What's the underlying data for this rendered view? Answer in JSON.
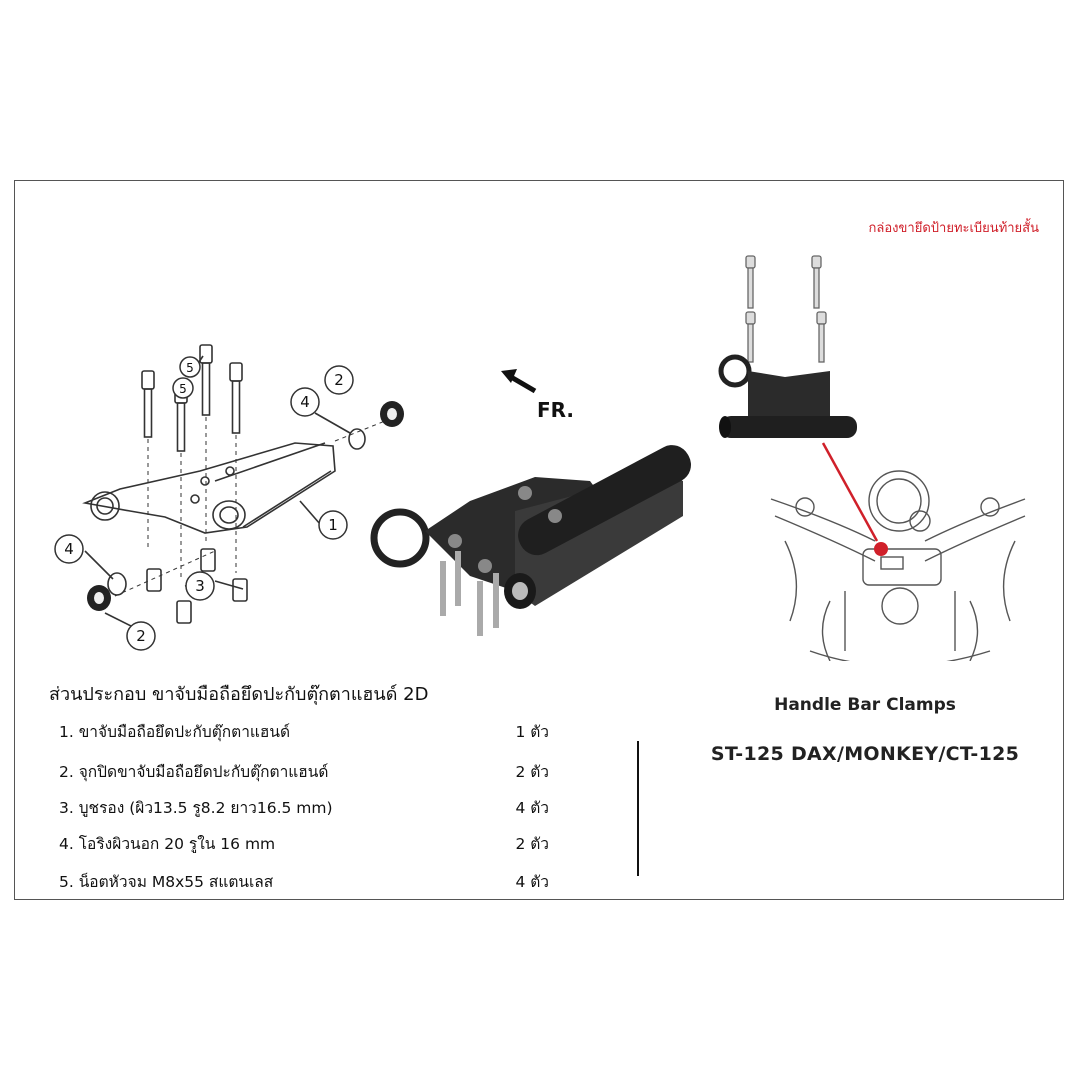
{
  "red_note": "กล่องขายึดป้ายทะเบียนท้ายสั้น",
  "direction_label": "FR.",
  "callouts": [
    "1",
    "2",
    "2",
    "3",
    "4",
    "4",
    "5",
    "5"
  ],
  "parts_title": "ส่วนประกอบ ขาจับมือถือยึดปะกับตุ๊กตาแฮนด์ 2D",
  "parts": [
    {
      "name": "1. ขาจับมือถือยึดปะกับตุ๊กตาแฮนด์",
      "qty": "1 ตัว"
    },
    {
      "name": "2. จุกปิดขาจับมือถือยึดปะกับตุ๊กตาแฮนด์",
      "qty": "2 ตัว"
    },
    {
      "name": "3. บูชรอง (ผิว13.5 รู8.2 ยาว16.5 mm)",
      "qty": "4 ตัว"
    },
    {
      "name": "4. โอริงผิวนอก 20 รูใน 16 mm",
      "qty": "2 ตัว"
    },
    {
      "name": "5. น็อตหัวจม M8x55 สแตนเลส",
      "qty": "4 ตัว"
    }
  ],
  "product_title": "Handle Bar Clamps",
  "model": "ST-125 DAX/MONKEY/CT-125",
  "colors": {
    "accent_red": "#d0202a",
    "part_dark": "#2b2b2b",
    "line": "#333333"
  }
}
